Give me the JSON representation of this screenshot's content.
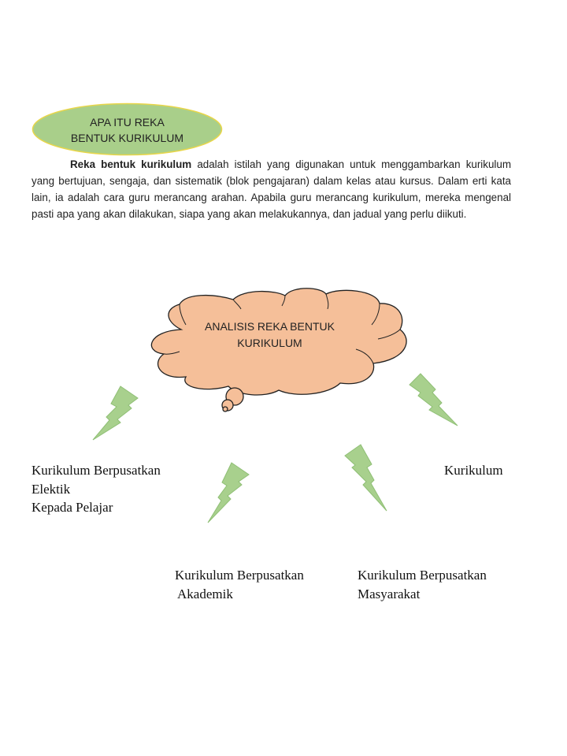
{
  "header": {
    "title_line1": "APA ITU REKA",
    "title_line2": "BENTUK KURIKULUM",
    "colors": {
      "ellipse_fill": "#a9cf8a",
      "ellipse_stroke": "#e8d64a"
    }
  },
  "definition": {
    "term": "Reka bentuk kurikulum",
    "text": " adalah istilah yang digunakan untuk menggambarkan kurikulum yang bertujuan, sengaja, dan sistematik (blok pengajaran) dalam kelas atau kursus. Dalam erti kata lain, ia adalah cara guru merancang arahan. Apabila guru merancang kurikulum, mereka mengenal pasti apa yang akan dilakukan, siapa yang akan melakukannya, dan jadual yang perlu diikuti."
  },
  "diagram": {
    "center_line1": "ANALISIS REKA BENTUK",
    "center_line2": "KURIKULUM",
    "colors": {
      "cloud_fill": "#f5bf99",
      "cloud_stroke": "#222222",
      "bolt_fill": "#a8d08d",
      "bolt_stroke": "#8fbf75"
    },
    "labels": {
      "elektik_line1": "Kurikulum Berpusatkan",
      "elektik_line2": "Elektik",
      "elektik_line3": "Kepada Pelajar",
      "right_line1": "Kurikulum",
      "akademik_line1": "Kurikulum Berpusatkan",
      "akademik_line2": "Akademik",
      "masyarakat_line1": "Kurikulum Berpusatkan",
      "masyarakat_line2": "Masyarakat"
    }
  }
}
